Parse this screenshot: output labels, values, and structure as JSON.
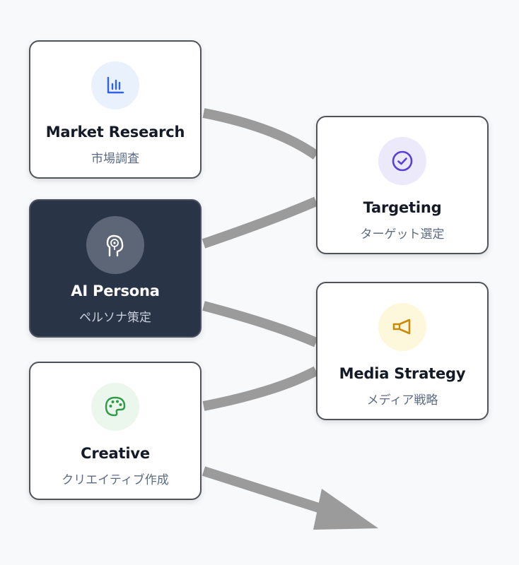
{
  "nodes": [
    {
      "id": "market-research",
      "title": "Market Research",
      "subtitle": "市場調査",
      "icon": "bar-chart-icon",
      "icon_color": "#2f62e6",
      "icon_bg": "#e9f1fd"
    },
    {
      "id": "targeting",
      "title": "Targeting",
      "subtitle": "ターゲット選定",
      "icon": "check-circle-icon",
      "icon_color": "#5b3fd6",
      "icon_bg": "#ece9fb"
    },
    {
      "id": "ai-persona",
      "title": "AI Persona",
      "subtitle": "ペルソナ策定",
      "icon": "ai-head-icon",
      "icon_color": "#ffffff",
      "icon_bg": "#5d6676"
    },
    {
      "id": "media-strategy",
      "title": "Media Strategy",
      "subtitle": "メディア戦略",
      "icon": "megaphone-icon",
      "icon_color": "#c98a07",
      "icon_bg": "#fdf8dc"
    },
    {
      "id": "creative",
      "title": "Creative",
      "subtitle": "クリエイティブ作成",
      "icon": "palette-icon",
      "icon_color": "#2f9a47",
      "icon_bg": "#ebf7ed"
    }
  ],
  "colors": {
    "connector": "#9b9b9b",
    "dark_card": "#2a3447",
    "background": "#f8f9fb"
  }
}
